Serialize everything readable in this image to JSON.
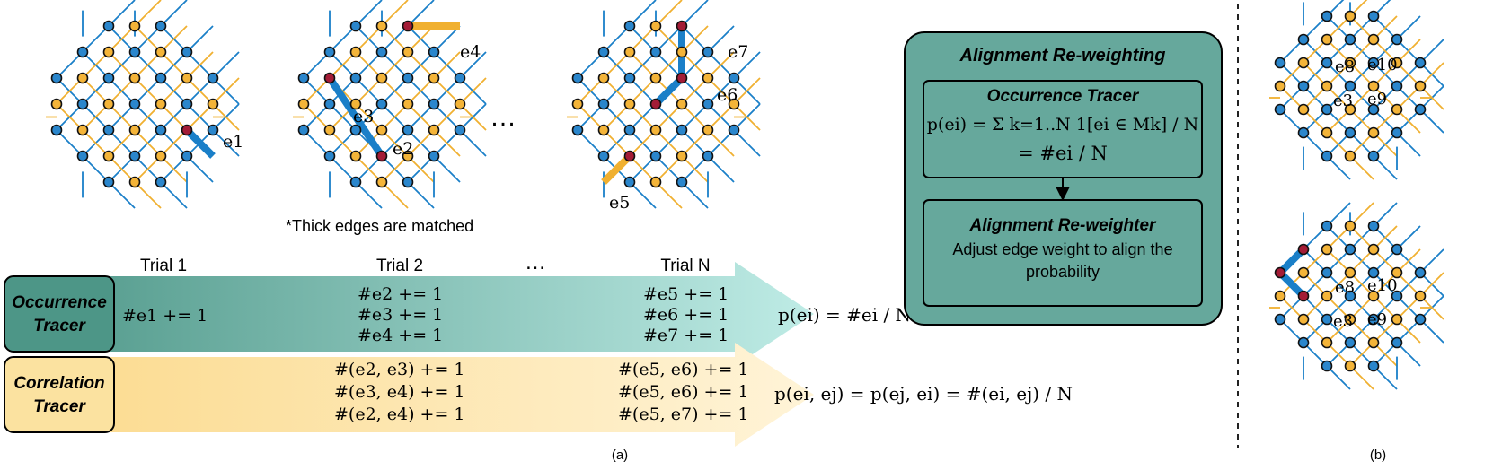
{
  "panel_a": {
    "ellipsis": "…",
    "note": "*Thick edges are matched",
    "trials": [
      "Trial 1",
      "Trial 2",
      "Trial N"
    ],
    "edge_labels": [
      "e1",
      "e2",
      "e3",
      "e4",
      "e5",
      "e6",
      "e7"
    ],
    "occurrence_label": [
      "Occurrence",
      "Tracer"
    ],
    "correlation_label": [
      "Correlation",
      "Tracer"
    ],
    "occurrence_updates": [
      [
        "#e1 += 1"
      ],
      [
        "#e2 += 1",
        "#e3 += 1",
        "#e4 += 1"
      ],
      [
        "#e5 += 1",
        "#e6 += 1",
        "#e7 += 1"
      ]
    ],
    "correlation_updates": [
      [],
      [
        "#(e2, e3) += 1",
        "#(e3, e4) += 1",
        "#(e2, e4) += 1"
      ],
      [
        "#(e5, e6) += 1",
        "#(e5, e6) += 1",
        "#(e5, e7) += 1"
      ]
    ],
    "occurrence_formula": "p(ei) = #ei / N",
    "correlation_formula": "p(ei, ej) = p(ej, ei) = #(ei, ej) / N",
    "caption": "(a)"
  },
  "alignment_box": {
    "title": "Alignment Re-weighting",
    "tracer_title": "Occurrence Tracer",
    "tracer_formula_line1": "p(ei) = Σ k=1..N 1[ei ∈ Mk] / N",
    "tracer_formula_line2": "= #ei / N",
    "reweighter_title": "Alignment Re-weighter",
    "reweighter_text": [
      "Adjust edge weight to align the",
      "probability"
    ]
  },
  "panel_b": {
    "edge_labels": [
      "e8",
      "e10",
      "e3",
      "e9"
    ],
    "caption": "(b)"
  },
  "colors": {
    "blue_edge": "#1a7fc8",
    "orange_edge": "#f0b030",
    "blue_node": "#2a86cc",
    "orange_node": "#f4b438",
    "matched_node": "#a31c36",
    "box_green": "#66a89c",
    "tracer_green": "#4d9687",
    "tracer_yellow": "#fbe2a0"
  }
}
